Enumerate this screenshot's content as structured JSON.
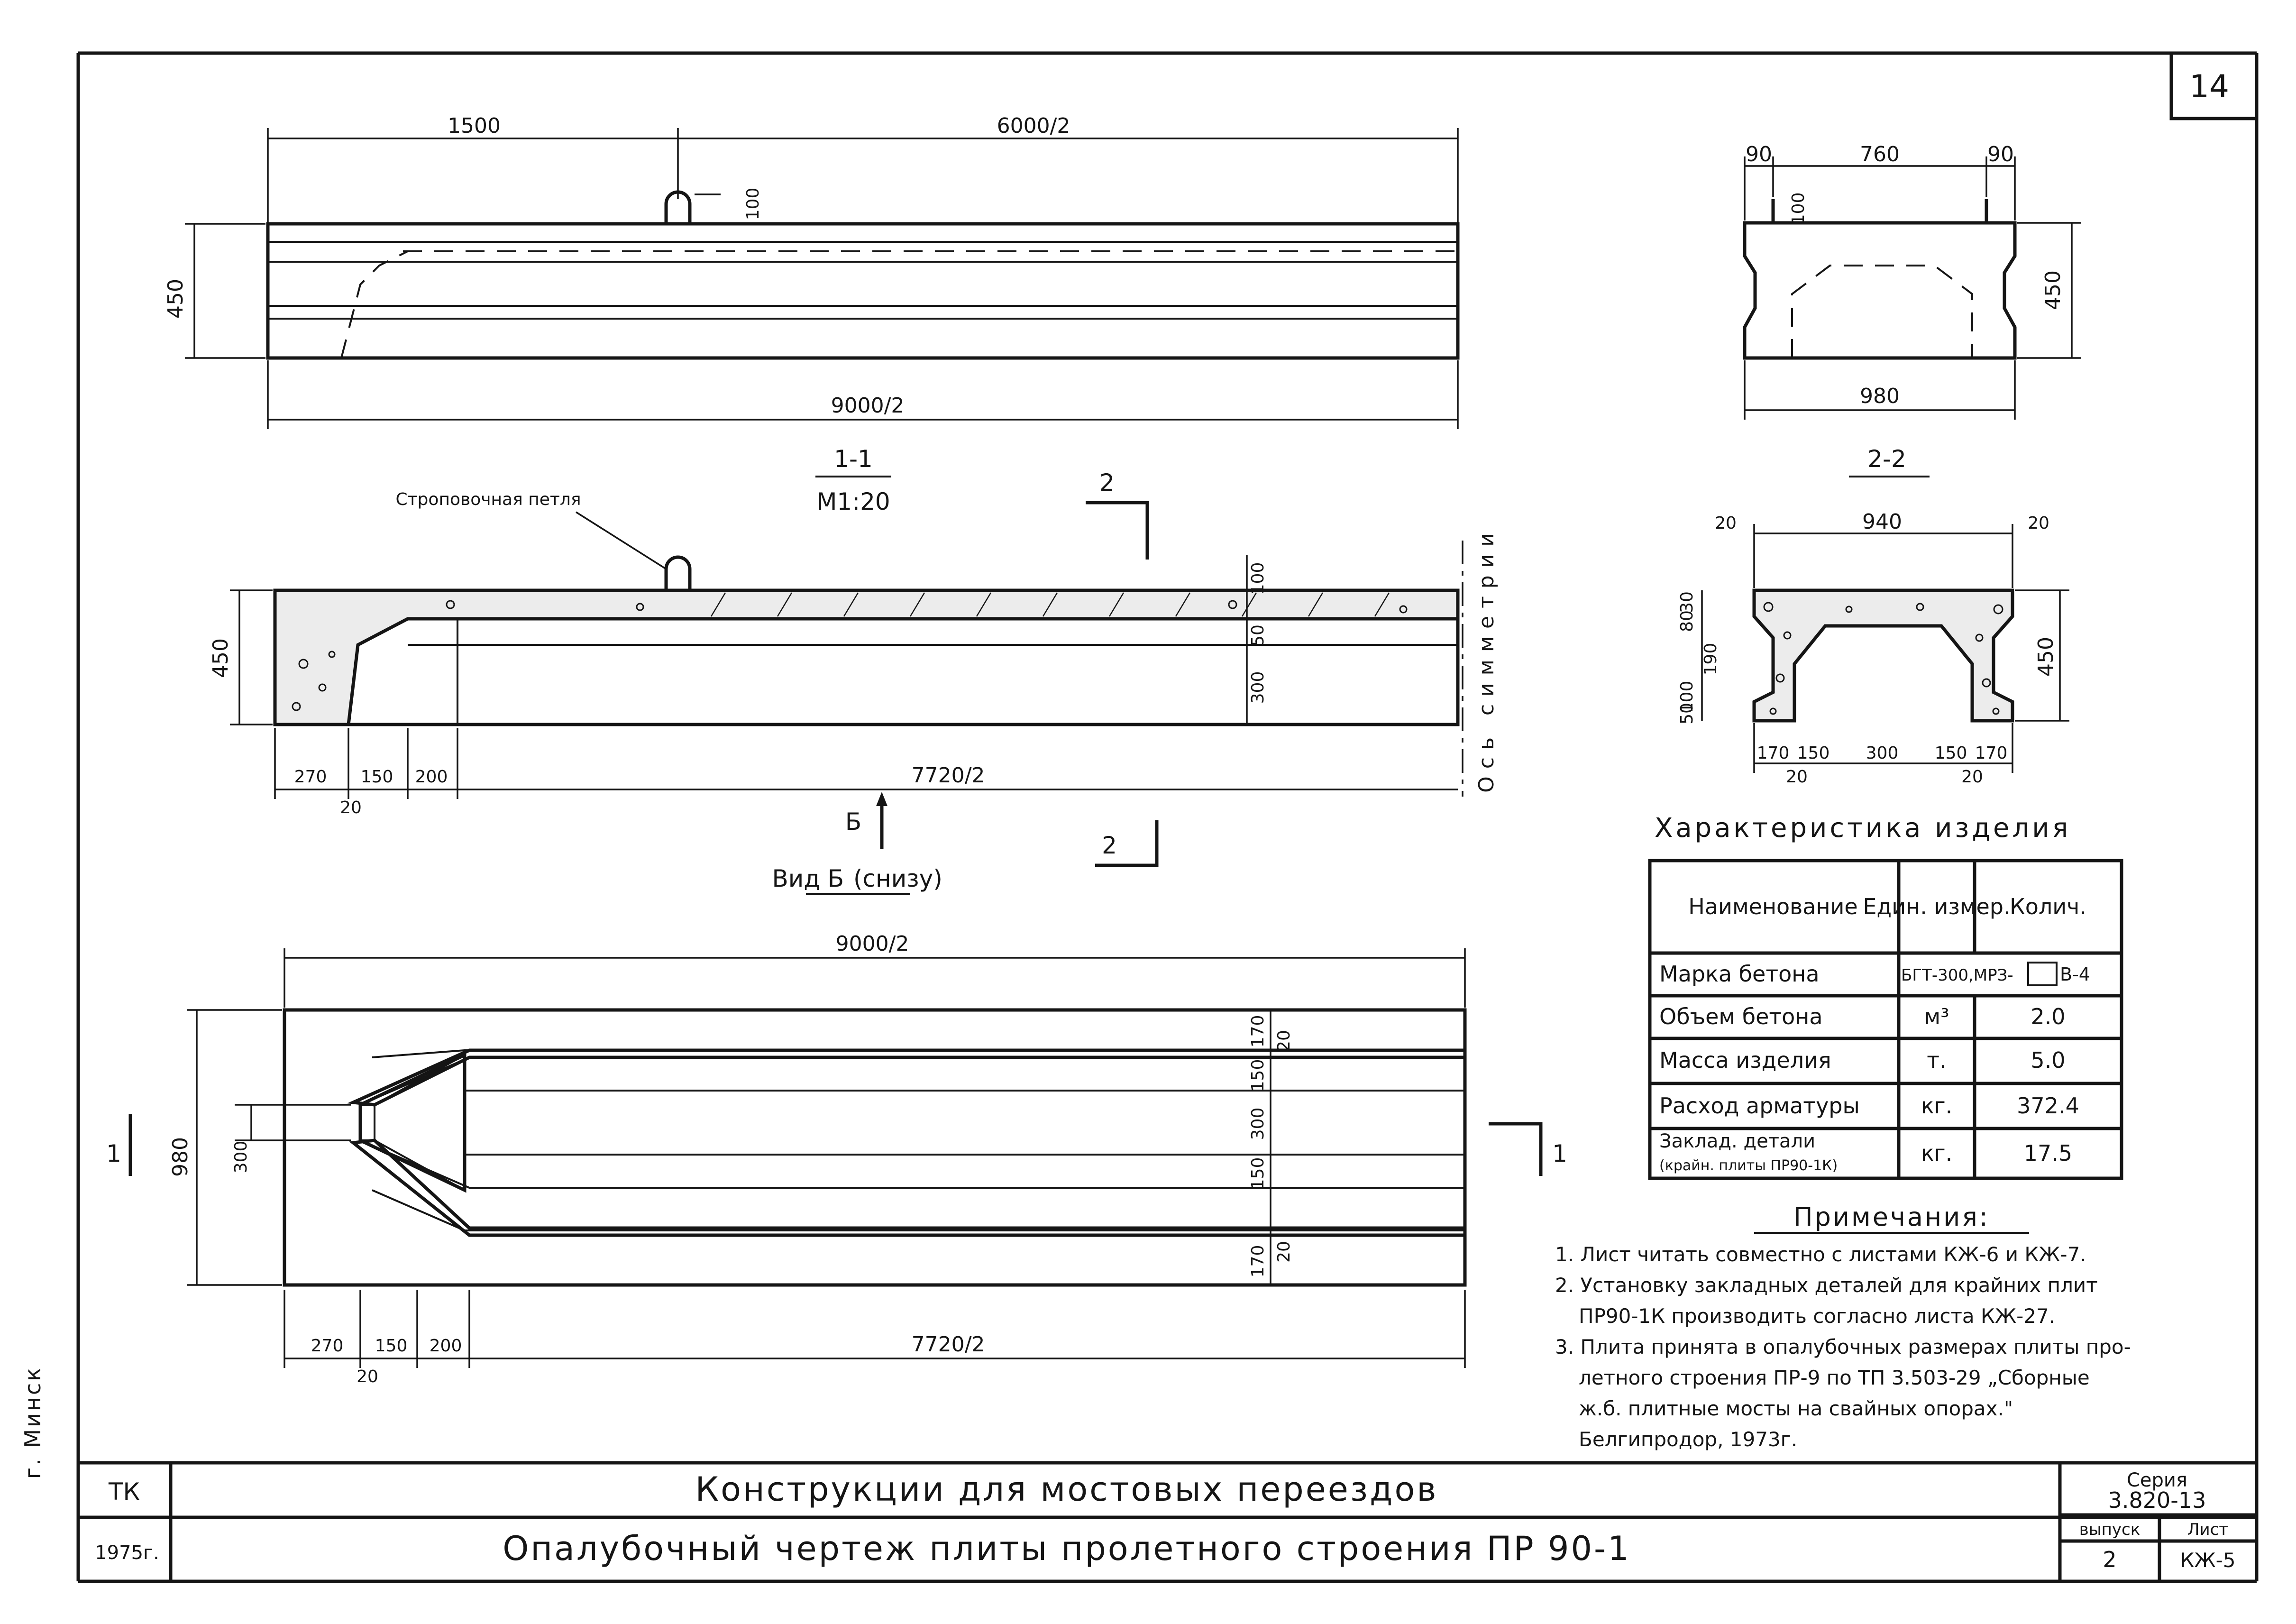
{
  "sheet_corner": "14",
  "view_top": {
    "dim_left": "1500",
    "dim_right": "6000/2",
    "dim_loop": "100",
    "dim_height": "450",
    "dim_length": "9000/2"
  },
  "section_1_1": {
    "title": "1-1",
    "scale": "М1:20",
    "loop_label": "Строповочная петля",
    "dim_height": "450",
    "dim_right_100": "100",
    "dim_right_50": "50",
    "dim_right_300": "300",
    "axis_label": "Ось симметрии",
    "dim_270": "270",
    "dim_150": "150",
    "dim_200": "200",
    "dim_20": "20",
    "dim_length": "7720/2",
    "cut_mark_2": "2",
    "view_arrow_label": "Б"
  },
  "view_b": {
    "title": "Вид Б",
    "subtitle": "(снизу)",
    "cut_mark_2": "2",
    "cut_mark_1": "1",
    "dim_length": "9000/2",
    "dim_width": "980",
    "dim_300": "300",
    "dims_right": [
      "170",
      "20",
      "150",
      "300",
      "150",
      "170",
      "20"
    ],
    "dim_270": "270",
    "dim_150": "150",
    "dim_200": "200",
    "dim_20": "20",
    "dim_length_bottom": "7720/2"
  },
  "view_end": {
    "dim_90_left": "90",
    "dim_760": "760",
    "dim_90_right": "90",
    "dim_100": "100",
    "dim_450": "450",
    "dim_980": "980"
  },
  "section_2_2": {
    "title": "2-2",
    "dim_20_left": "20",
    "dim_940": "940",
    "dim_20_right": "20",
    "dims_left": [
      "30",
      "80",
      "190",
      "100",
      "50"
    ],
    "dim_450": "450",
    "dims_bottom": [
      "170",
      "150",
      "300",
      "150",
      "170"
    ],
    "dims_bottom_small": [
      "20",
      "20"
    ]
  },
  "characteristics": {
    "title": "Характеристика изделия",
    "headers": [
      "Наименование",
      "Един. измер.",
      "Колич."
    ],
    "concrete_grade": {
      "name": "Марка бетона",
      "value_left": "БГТ-300,МРЗ-",
      "value_right": "В-4"
    },
    "rows": [
      {
        "name": "Объем бетона",
        "unit": "м³",
        "qty": "2.0"
      },
      {
        "name": "Масса изделия",
        "unit": "т.",
        "qty": "5.0"
      },
      {
        "name": "Расход арматуры",
        "unit": "кг.",
        "qty": "372.4"
      },
      {
        "name": "Заклад. детали",
        "name2": "(крайн. плиты ПР90-1К)",
        "unit": "кг.",
        "qty": "17.5"
      }
    ]
  },
  "notes": {
    "title": "Примечания:",
    "items": [
      "1. Лист читать совместно с листами КЖ-6 и КЖ-7.",
      "2. Установку закладных деталей для крайних плит",
      "ПР90-1К производить согласно листа КЖ-27.",
      "3. Плита принята в опалубочных размерах плиты про-",
      "летного строения ПР-9 по ТП 3.503-29 „Сборные",
      "ж.б. плитные мосты на свайных опорах.\"",
      "Белгипродор, 1973г."
    ]
  },
  "title_block": {
    "org": "ТК",
    "year": "1975г.",
    "title_main": "Конструкции для мостовых переездов",
    "title_sub": "Опалубочный чертеж плиты пролетного строения ПР 90-1",
    "series_label": "Серия",
    "series_value": "3.820-13",
    "issue_label": "выпуск",
    "issue_value": "2",
    "sheet_label": "Лист",
    "sheet_value": "КЖ-5",
    "margin_city": "г. Минск"
  }
}
